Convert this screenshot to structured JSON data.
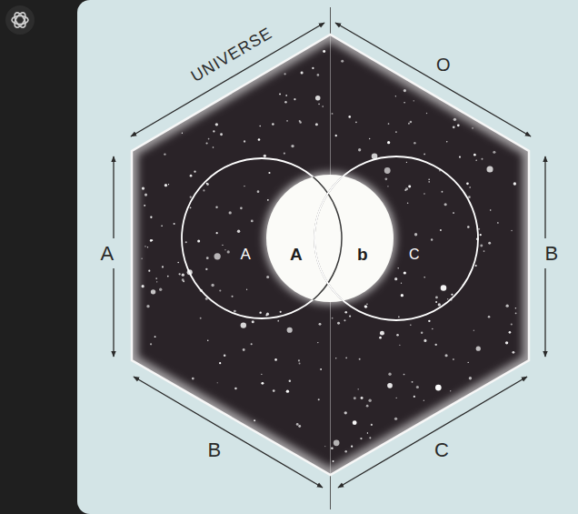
{
  "diagram": {
    "nodes": [
      {
        "text": [
          "UNIVERSE"
        ]
      },
      {
        "text": [
          "A"
        ],
        "in": 0
      },
      {
        "text": [
          "A",
          "b"
        ],
        "in": 0
      },
      {
        "text": [
          "C"
        ],
        "in": 0
      }
    ],
    "labels": [
      "O",
      "A",
      "B",
      "B",
      "C"
    ]
  }
}
